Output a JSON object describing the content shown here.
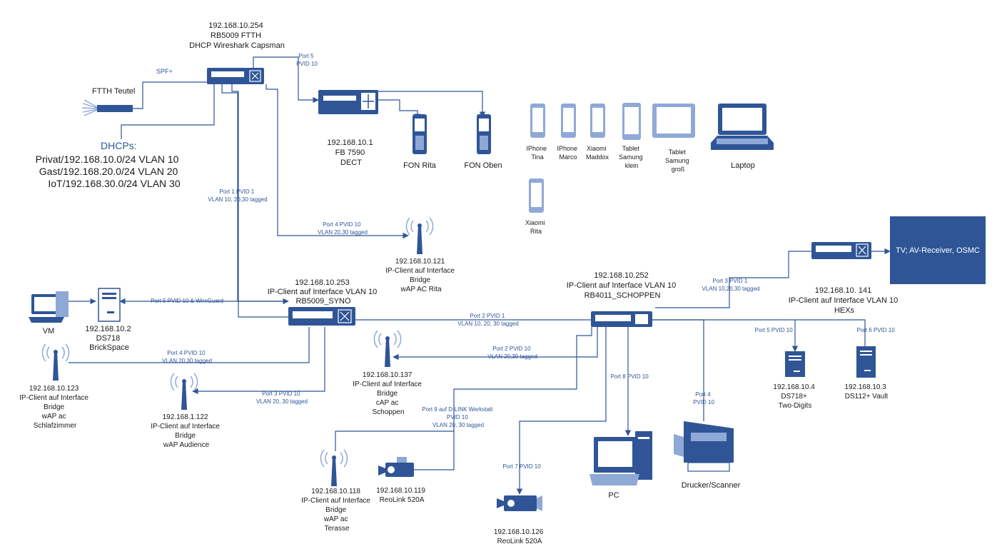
{
  "devices": {
    "ftth_router": [
      "192.168.10.254",
      "RB5009 FTTH",
      "DHCP Wireshark Capsman"
    ],
    "ftth_source": "FTTH Teutel",
    "sfp_label": "SPF+",
    "dhcp_title": "DHCPs:",
    "dhcp_lines": [
      "Privat/192.168.10.0/24 VLAN 10",
      "Gast/192.168.20.0/24 VLAN 20",
      "IoT/192.168.30.0/24 VLAN 30"
    ],
    "fritzbox": [
      "192.168.10.1",
      "FB 7590",
      "DECT"
    ],
    "fon_rita": "FON Rita",
    "fon_oben": "FON Oben",
    "iphone_tina": [
      "IPhone",
      "Tina"
    ],
    "iphone_marco": [
      "IPhone",
      "Marco"
    ],
    "xiaomi_maddox": [
      "Xiaomi",
      "Maddox"
    ],
    "tablet_klein": [
      "Tablet",
      "Samung",
      "klein"
    ],
    "tablet_gross": [
      "Tablet",
      "Samung",
      "groß"
    ],
    "laptop": "Laptop",
    "xiaomi_rita": [
      "Xiaomi",
      "Rita"
    ],
    "ap_rita": [
      "192.168.10.121",
      "IP-Client auf Interface",
      "Bridge",
      "wAP AC Rita"
    ],
    "syno_switch": [
      "192.168.10.253",
      "IP-Client auf Interface VLAN 10",
      "RB5009_SYNO"
    ],
    "ds718": [
      "192.168.10.2",
      "DS718",
      "BrickSpace"
    ],
    "vm": "VM",
    "ap_schlafzimmer": [
      "192.168.10.123",
      "IP-Client auf Interface",
      "Bridge",
      "wAP ac",
      "Schlafzimmer"
    ],
    "ap_audience": [
      "192.168.1.122",
      "IP-Client auf Interface",
      "Bridge",
      "wAP Audience"
    ],
    "schoppen_switch": [
      "192.168.10.252",
      "IP-Client auf Interface VLAN 10",
      "RB4011_SCHOPPEN"
    ],
    "tv_box": "TV; AV-Receiver, OSMC",
    "hexs": [
      "192.168.10. 141",
      "IP-Client auf Interface VLAN 10",
      "HEXs"
    ],
    "ap_schoppen": [
      "192.168.10.137",
      "IP-Client auf Interface",
      "Bridge",
      "cAP ac",
      "Schoppen"
    ],
    "ds718plus": [
      "192.168.10.4",
      "DS718+",
      "Two-Digits"
    ],
    "ds112": [
      "192.168.10.3",
      "DS112+ Vault"
    ],
    "pc": "PC",
    "printer": "Drucker/Scanner",
    "ap_terasse": [
      "192.168.10.118",
      "IP-Client auf Interface",
      "Bridge",
      "wAP ac",
      "Terasse"
    ],
    "cam_119": [
      "192.168.10.119",
      "ReoLink 520A"
    ],
    "cam_126": [
      "192.168.10.126",
      "ReoLink 520A"
    ]
  },
  "ports": {
    "p5_fb": [
      "Port 5",
      "PVID 10"
    ],
    "p1_syno": [
      "Port 1 PVID 1",
      "VLAN 10, 20,30 tagged"
    ],
    "p4_rita": [
      "Port 4 PVID 10",
      "VLAN 20,30 tagged"
    ],
    "p5_ds718": "Port 5 PVID 10 & WireGuard",
    "p2_schoppen": [
      "Port 2 PVID 1",
      "VLAN 10, 20, 30 tagged"
    ],
    "p4_schlaf": [
      "Port 4 PVID 10",
      "VLAN 20,30 tagged"
    ],
    "p3_audience": [
      "Port 3 PVID 10",
      "VLAN 20, 30 tagged"
    ],
    "p3_hex": [
      "Port 3 PVID 1",
      "VLAN 10,20,30 tagged"
    ],
    "p2_cap": [
      "Port 2 PVID 10",
      "VLAN 20,30 tagged"
    ],
    "p5_ds718plus": "Port 5 PVID 10",
    "p6_ds112": "Port 6 PVID 10",
    "p8_pc": "Port 8 PVID 10",
    "p4_printer": [
      "Port 4",
      "PVID 10"
    ],
    "p9_dlink": [
      "Port 9  auf D-LINK  Werkstatt",
      "PVID 10",
      "VLAN 20, 30 tagged"
    ],
    "p7_cam": "Port 7  PVID 10"
  }
}
